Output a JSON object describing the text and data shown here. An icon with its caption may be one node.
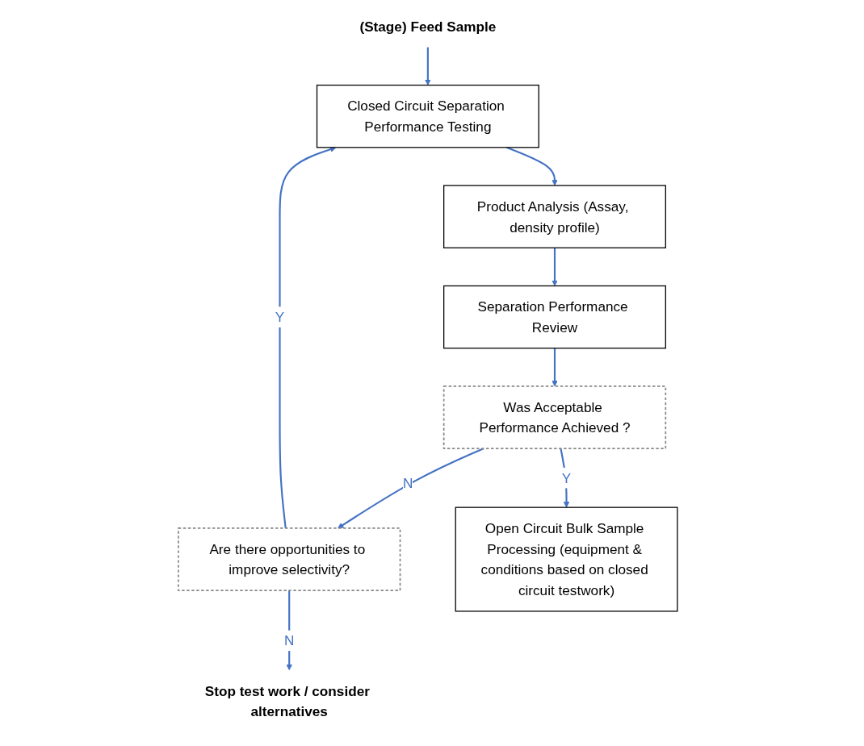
{
  "diagram": {
    "nodes": [
      {
        "text": [
          "(Stage) Feed Sample"
        ]
      },
      {
        "text": [
          "Closed Circuit Separation Performance Testing"
        ]
      },
      {
        "text": [
          "Product Analysis (Assay, density profile)"
        ]
      },
      {
        "text": [
          "Separation Performance Review"
        ]
      },
      {
        "text": [
          "Was Acceptable Performance Achieved ?"
        ]
      },
      {
        "text": [
          "Are there opportunities to improve selectivity?"
        ]
      },
      {
        "text": [
          "Stop test work / consider alternatives"
        ]
      },
      {
        "text": [
          "Open Circuit Bulk Sample Processing (equipment & conditions based on closed circuit testwork)"
        ]
      }
    ],
    "edges": [
      {
        "from": 0,
        "to": 1,
        "arrow": "to"
      },
      {
        "from": 1,
        "to": 2,
        "arrow": "to"
      },
      {
        "from": 2,
        "to": 3,
        "arrow": "to"
      },
      {
        "from": 3,
        "to": 4,
        "arrow": "to"
      },
      {
        "from": 4,
        "to": 5,
        "arrow": "to",
        "label": "N"
      },
      {
        "from": 5,
        "to": 1,
        "arrow": "to",
        "label": "Y"
      },
      {
        "from": 5,
        "to": 6,
        "arrow": "to",
        "label": "N"
      },
      {
        "from": 4,
        "to": 7,
        "arrow": "to",
        "label": "Y"
      }
    ]
  }
}
